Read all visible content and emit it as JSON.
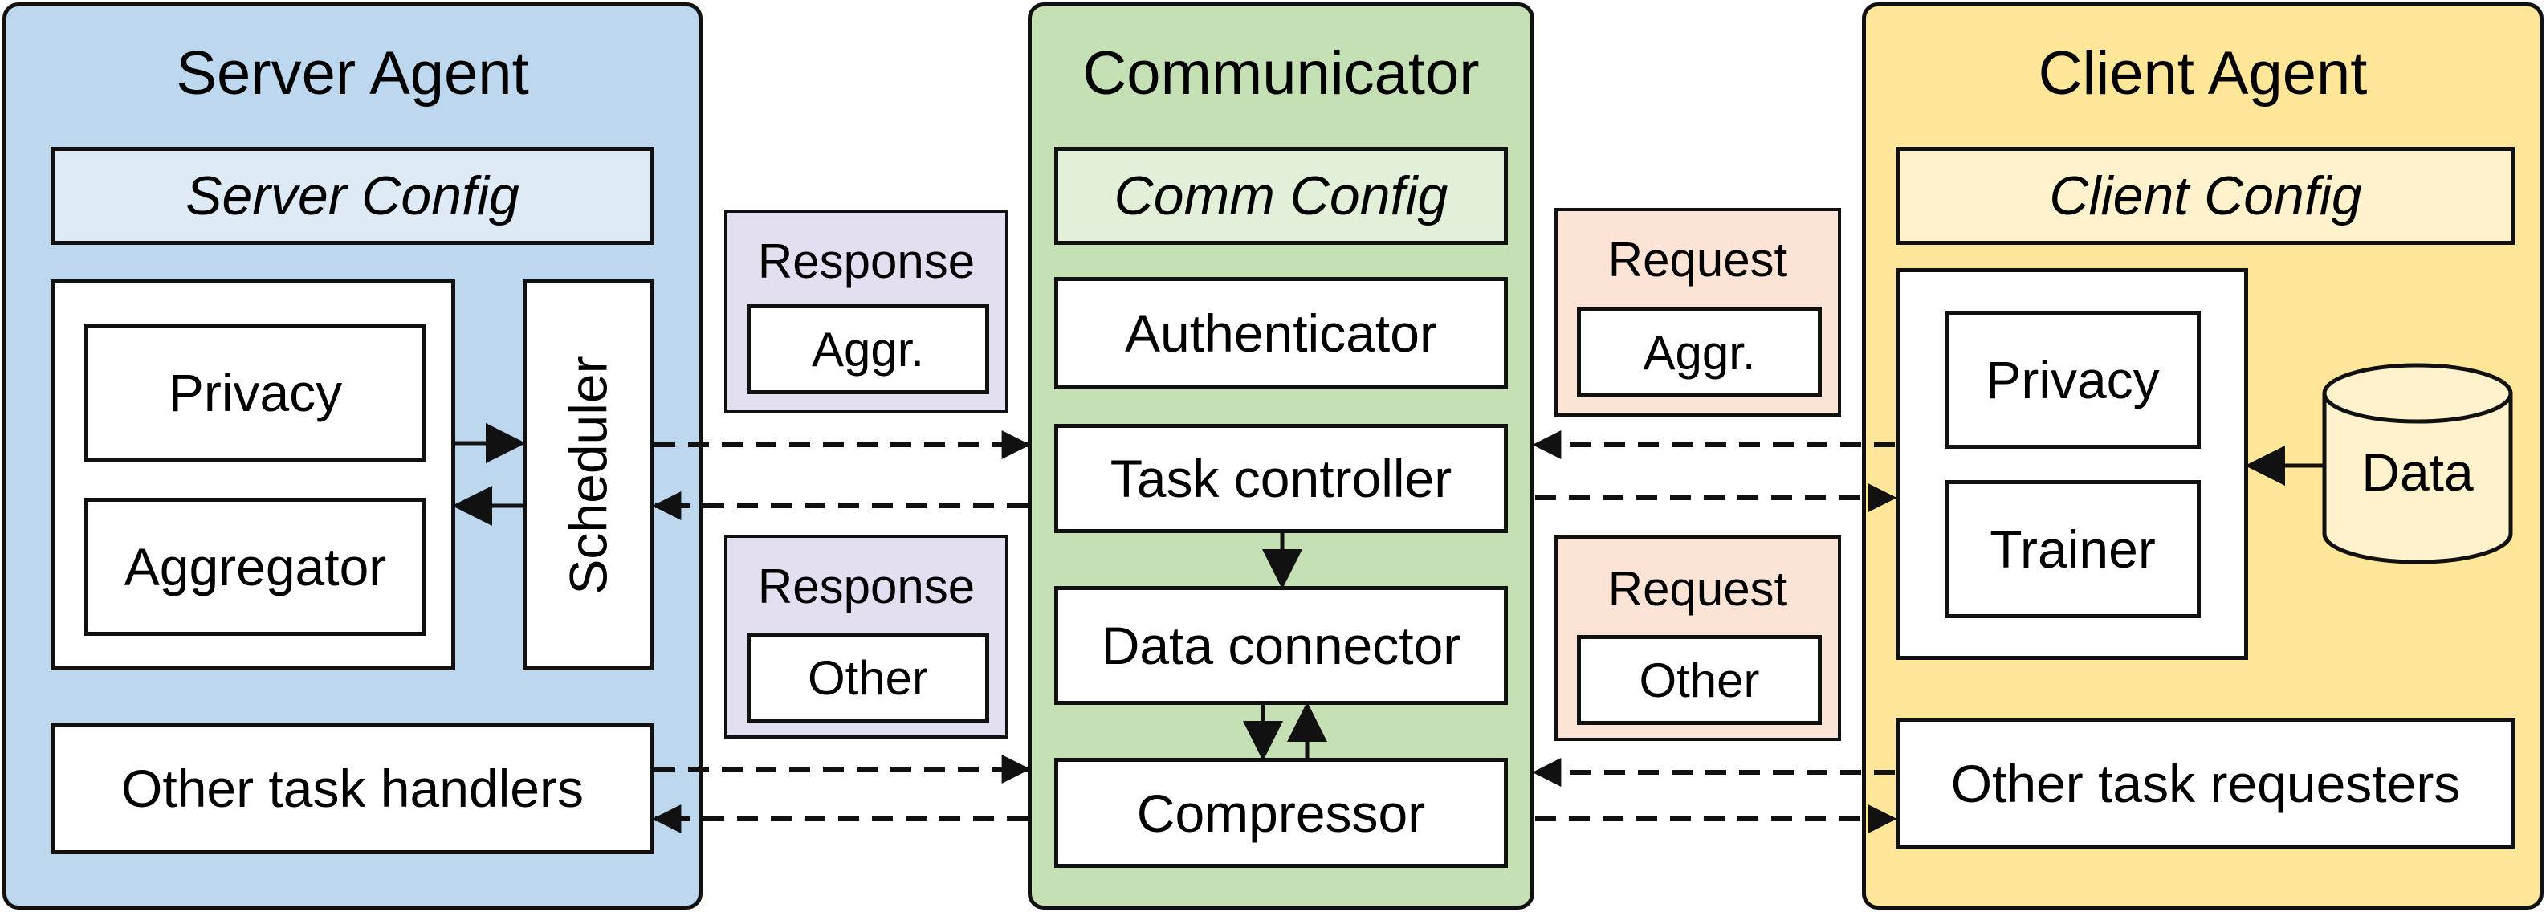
{
  "server": {
    "title": "Server Agent",
    "config": "Server Config",
    "privacy": "Privacy",
    "aggregator": "Aggregator",
    "scheduler": "Scheduler",
    "handlers": "Other task handlers"
  },
  "communicator": {
    "title": "Communicator",
    "config": "Comm Config",
    "authenticator": "Authenticator",
    "task_controller": "Task controller",
    "data_connector": "Data connector",
    "compressor": "Compressor"
  },
  "client": {
    "title": "Client Agent",
    "config": "Client Config",
    "privacy": "Privacy",
    "trainer": "Trainer",
    "data": "Data",
    "requesters": "Other task requesters"
  },
  "messages": {
    "response_aggr": {
      "title": "Response",
      "inner": "Aggr."
    },
    "response_other": {
      "title": "Response",
      "inner": "Other"
    },
    "request_aggr": {
      "title": "Request",
      "inner": "Aggr."
    },
    "request_other": {
      "title": "Request",
      "inner": "Other"
    }
  },
  "colors": {
    "server_bg": "#bdd7ee",
    "server_config_bg": "#deebf7",
    "comm_bg": "#c5e0b4",
    "comm_config_bg": "#e2f0d9",
    "client_bg": "#ffe699",
    "client_config_bg": "#fff2cc",
    "response_bg": "#e4dff0",
    "request_bg": "#fbe3d6",
    "db_fill": "#fff2cc"
  }
}
